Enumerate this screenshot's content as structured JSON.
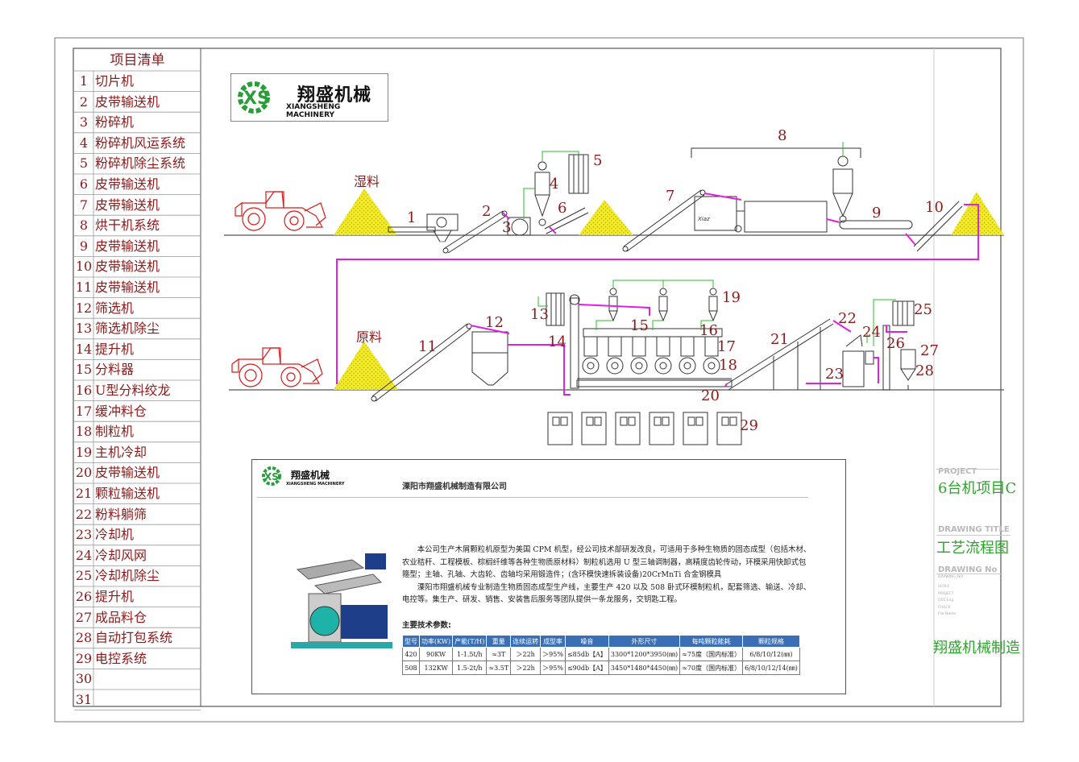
{
  "bill_of_items": {
    "title": "项目清单",
    "items": [
      {
        "no": "1",
        "name": "切片机"
      },
      {
        "no": "2",
        "name": "皮带输送机"
      },
      {
        "no": "3",
        "name": "粉碎机"
      },
      {
        "no": "4",
        "name": "粉碎机风运系统"
      },
      {
        "no": "5",
        "name": "粉碎机除尘系统"
      },
      {
        "no": "6",
        "name": "皮带输送机"
      },
      {
        "no": "7",
        "name": "皮带输送机"
      },
      {
        "no": "8",
        "name": "烘干机系统"
      },
      {
        "no": "9",
        "name": "皮带输送机"
      },
      {
        "no": "10",
        "name": "皮带输送机"
      },
      {
        "no": "11",
        "name": "皮带输送机"
      },
      {
        "no": "12",
        "name": "筛选机"
      },
      {
        "no": "13",
        "name": "筛选机除尘"
      },
      {
        "no": "14",
        "name": "提升机"
      },
      {
        "no": "15",
        "name": "分料器"
      },
      {
        "no": "16",
        "name": "U型分料绞龙"
      },
      {
        "no": "17",
        "name": "缓冲料仓"
      },
      {
        "no": "18",
        "name": "制粒机"
      },
      {
        "no": "19",
        "name": "主机冷却"
      },
      {
        "no": "20",
        "name": "皮带输送机"
      },
      {
        "no": "21",
        "name": "颗粒输送机"
      },
      {
        "no": "22",
        "name": "粉料躺筛"
      },
      {
        "no": "23",
        "name": "冷却机"
      },
      {
        "no": "24",
        "name": "冷却风网"
      },
      {
        "no": "25",
        "name": "冷却机除尘"
      },
      {
        "no": "26",
        "name": "提升机"
      },
      {
        "no": "27",
        "name": "成品料仓"
      },
      {
        "no": "28",
        "name": "自动打包系统"
      },
      {
        "no": "29",
        "name": "电控系统"
      },
      {
        "no": "30",
        "name": ""
      },
      {
        "no": "31",
        "name": ""
      }
    ]
  },
  "logo": {
    "mark": "XS",
    "name_cn": "翔盛机械",
    "name_en": "XIANGSHENG MACHINERY"
  },
  "flow": {
    "top_heap_label": "湿料",
    "bottom_heap_label": "原料",
    "fan_brand": "Xiaz",
    "labels": [
      "1",
      "2",
      "3",
      "4",
      "5",
      "6",
      "7",
      "8",
      "9",
      "10",
      "11",
      "12",
      "13",
      "14",
      "15",
      "16",
      "17",
      "18",
      "19",
      "20",
      "21",
      "22",
      "23",
      "24",
      "25",
      "26",
      "27",
      "28",
      "29"
    ]
  },
  "info_panel": {
    "company": "溧阳市翔盛机械制造有限公司",
    "description": "本公司生产木屑颗粒机原型为美国 CPM 机型，经公司技术部研发改良，可适用于多种生物质的固态成型（包括木材、农业秸秆、工程模板、棕榈纤维等各种生物质原材料）制粒机选用 U 型三轴调制器，高精度齿轮传动，环模采用快卸式包箍型；主轴、孔轴、大齿轮、齿轴均采用锻造件；(含环模快速拆装设备)20CrMnTi 合金钢模具",
    "description2": "溧阳市翔盛机械专业制造生物质固态成型生产线，主要生产 420 以及 508 卧式环模制粒机，配套筛选、输送、冷却、电控等。集生产、研发、销售、安装售后服务等团队提供一条龙服务，交钥匙工程。",
    "params_title": "主要技术参数:",
    "spec_headers": [
      "型号",
      "功率(KW)",
      "产能(T/H)",
      "重量",
      "连续运转",
      "成型率",
      "噪音",
      "外形尺寸",
      "每吨颗粒能耗",
      "颗粒规格"
    ],
    "spec_rows": [
      [
        "420",
        "90KW",
        "1-1.5t/h",
        "≈3T",
        "＞22h",
        "＞95%",
        "≤85db【A】",
        "3300*1200*3950(㎜)",
        "≈75度（国内标准）",
        "6/8/10/12(㎜)"
      ],
      [
        "508",
        "132KW",
        "1.5-2t/h",
        "≈3.5T",
        "＞22h",
        "＞95%",
        "≤90db【A】",
        "3450*1480*4450(㎜)",
        "≈70度（国内标准）",
        "6/8/10/12/14(㎜)"
      ]
    ]
  },
  "title_block": {
    "project_head": "PROJECT",
    "project_value": "6台机项目C",
    "drawing_title_head": "DRAWING TITLE",
    "drawing_title_value": "工艺流程图",
    "drawing_no_head": "DRAWING No",
    "drawing_no_sub": "DRAWING_NO",
    "small_rows": [
      "SCALE",
      "PROJECT",
      "DES Eng.",
      "CHECK",
      "File Name"
    ],
    "maker": "翔盛机械制造"
  },
  "colors": {
    "outline": "#8b1a1a",
    "pipe": "#e020e0",
    "air": "#2dbd2d",
    "heap": "#f2ec2a",
    "loader": "#d81818",
    "logo_green": "#2a9d3a",
    "table_head": "#3a6fb5",
    "title_green": "#2aa52a"
  }
}
